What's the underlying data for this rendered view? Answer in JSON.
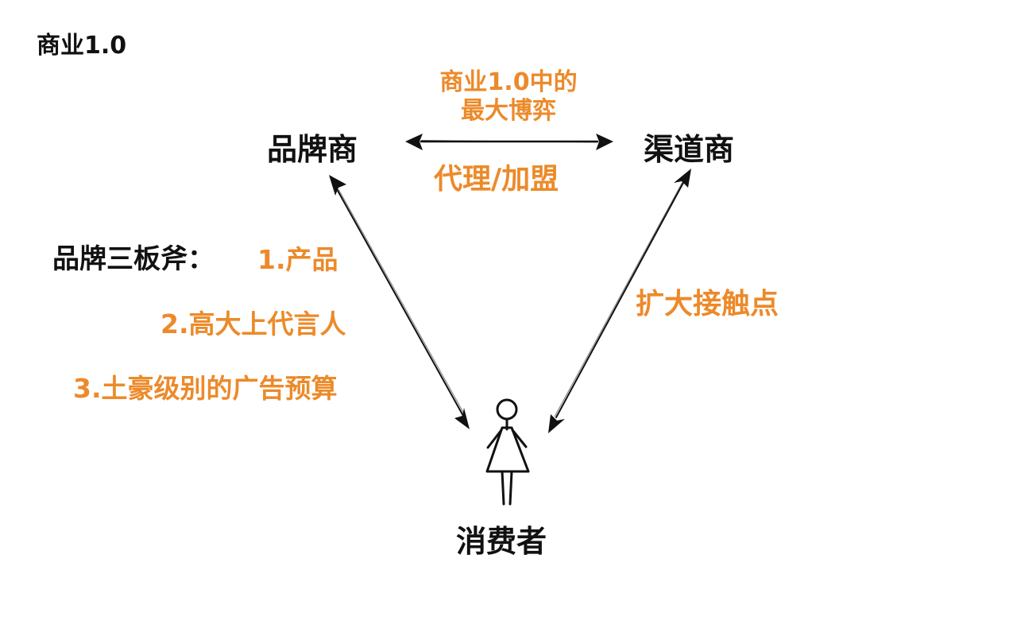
{
  "title": "商业1.0",
  "nodes": {
    "brand": "品牌商",
    "channel": "渠道商",
    "consumer": "消费者"
  },
  "edges": {
    "brand_channel_top": "商业1.0中的\n最大博弈",
    "brand_channel_bottom": "代理/加盟",
    "channel_consumer": "扩大接触点"
  },
  "brand_axes": {
    "heading": "品牌三板斧：",
    "items": [
      "1.产品",
      "2.高大上代言人",
      "3.土豪级别的广告预算"
    ]
  },
  "colors": {
    "accent": "#ec8a2a",
    "text": "#111111",
    "background": "#ffffff"
  },
  "icons": {
    "consumer": "person-figure-icon"
  }
}
